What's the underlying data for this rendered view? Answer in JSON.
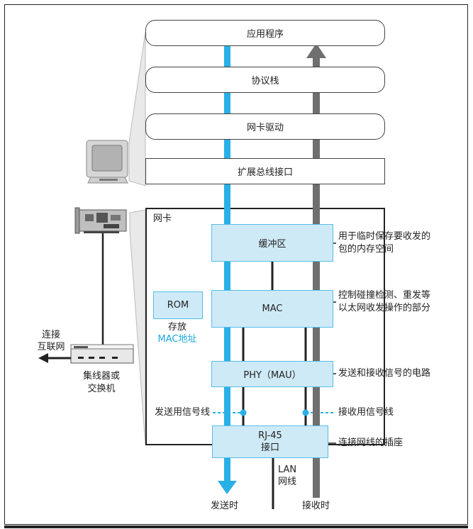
{
  "layers": {
    "app": "应用程序",
    "stack": "协议栈",
    "driver": "网卡驱动",
    "bus": "扩展总线接口"
  },
  "nic": {
    "title": "网卡",
    "buffer": "缓冲区",
    "mac": "MAC",
    "phy": "PHY（MAU）",
    "rom": "ROM",
    "rj45_line1": "RJ-45",
    "rj45_line2": "接口"
  },
  "annotations": {
    "buffer_desc_1": "用于临时保存要收发的",
    "buffer_desc_2": "包的内存空间",
    "mac_desc_1": "控制碰撞检测、重发等",
    "mac_desc_2": "以太网收发操作的部分",
    "phy_desc": "发送和接收信号的电路",
    "send_line": "发送用信号线",
    "recv_line": "接收用信号线",
    "socket_desc": "连接网线的插座",
    "rom_store": "存放",
    "rom_mac": "MAC地址",
    "lan_1": "LAN",
    "lan_2": "网线",
    "send": "发送时",
    "recv": "接收时"
  },
  "left": {
    "internet_1": "连接",
    "internet_2": "互联网",
    "hub_1": "集线器或",
    "hub_2": "交换机"
  },
  "colors": {
    "send_arrow": "#29b0e6",
    "recv_arrow": "#6f6f6f",
    "module_fill": "#cfeaf7",
    "module_border": "#55bde9"
  }
}
